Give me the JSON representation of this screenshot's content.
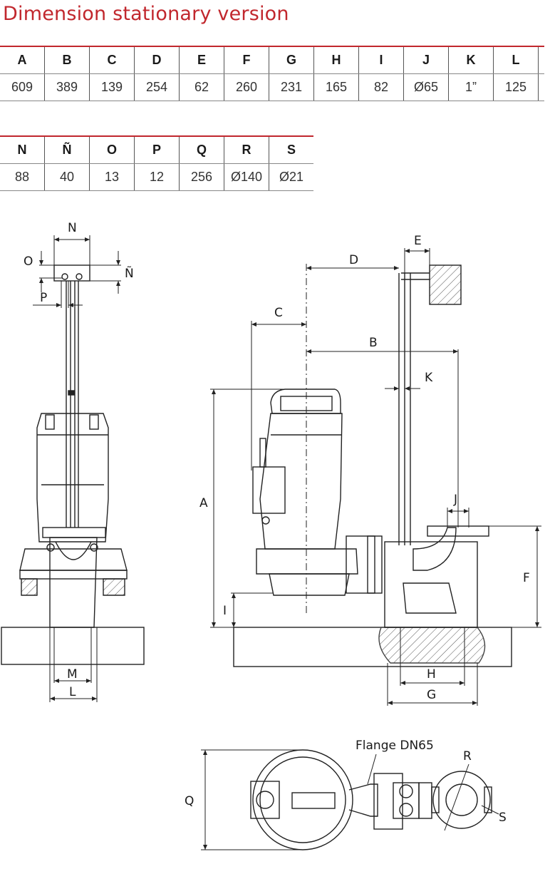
{
  "title": "Dimension stationary version",
  "table1": {
    "headers": [
      "A",
      "B",
      "C",
      "D",
      "E",
      "F",
      "G",
      "H",
      "I",
      "J",
      "K",
      "L"
    ],
    "values": [
      "609",
      "389",
      "139",
      "254",
      "62",
      "260",
      "231",
      "165",
      "82",
      "Ø65",
      "1”",
      "125"
    ]
  },
  "table2": {
    "headers": [
      "N",
      "Ñ",
      "O",
      "P",
      "Q",
      "R",
      "S"
    ],
    "values": [
      "88",
      "40",
      "13",
      "12",
      "256",
      "Ø140",
      "Ø21"
    ]
  },
  "drawing": {
    "labels": {
      "N": "N",
      "O": "O",
      "Ñ": "Ñ",
      "P": "P",
      "M": "M",
      "L": "L",
      "D": "D",
      "E": "E",
      "C": "C",
      "B": "B",
      "K": "K",
      "A": "A",
      "J": "J",
      "F": "F",
      "I": "I",
      "H": "H",
      "G": "G",
      "Q": "Q",
      "R": "R",
      "S": "S",
      "flange": "Flange DN65"
    }
  }
}
